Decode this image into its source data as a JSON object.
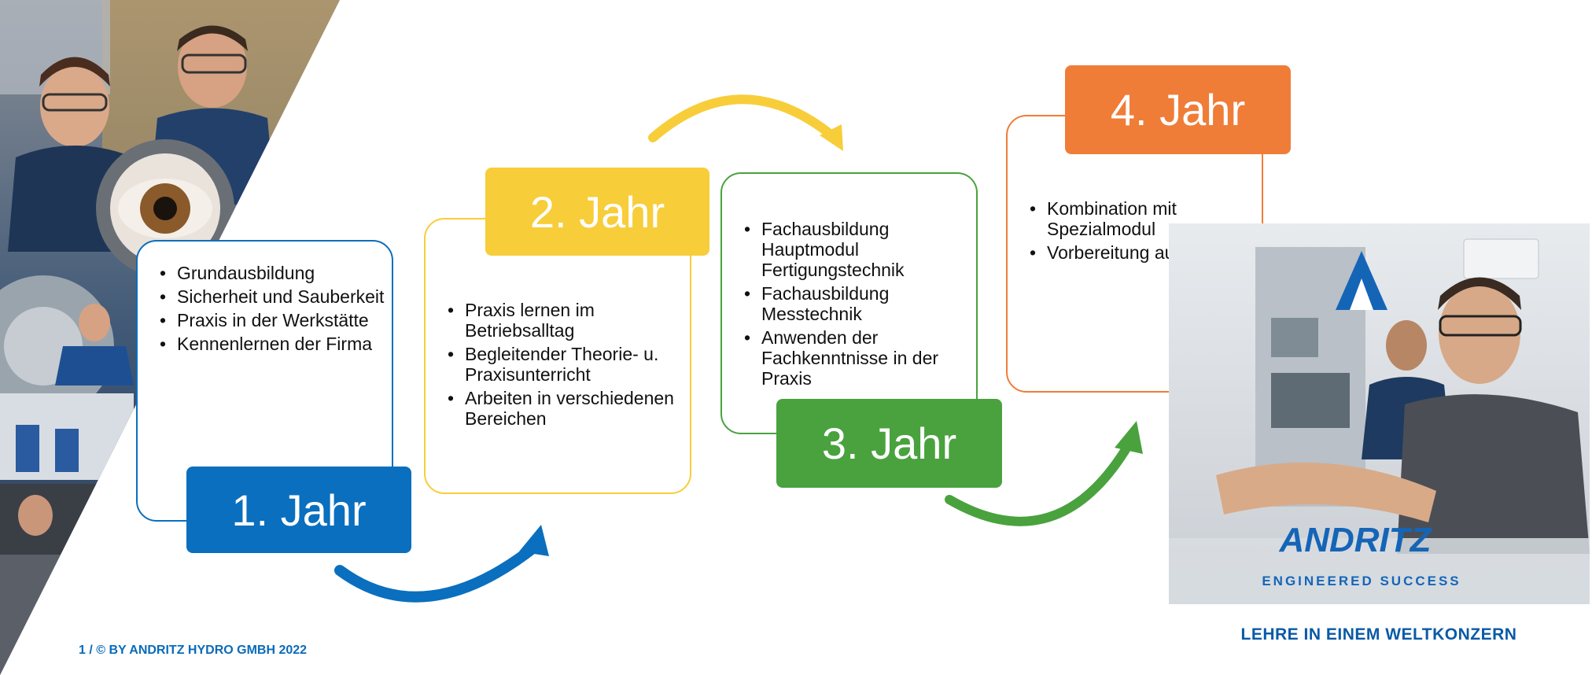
{
  "steps": [
    {
      "label": "1. Jahr",
      "color": "#0a6fbe",
      "items": [
        "Grundausbildung",
        "Sicherheit und Sauberkeit",
        "Praxis in der Werkstätte",
        "Kennenlernen der Firma"
      ]
    },
    {
      "label": "2. Jahr",
      "color": "#f8cd3a",
      "items": [
        "Praxis lernen im Betriebsalltag",
        "Begleitender Theorie- u. Praxisunterricht",
        "Arbeiten in verschiedenen Bereichen"
      ]
    },
    {
      "label": "3. Jahr",
      "color": "#49a23e",
      "items": [
        "Fachausbildung Hauptmodul Fertigungstechnik",
        "Fachausbildung Messtechnik",
        "Anwenden der Fachkenntnisse in der Praxis"
      ]
    },
    {
      "label": "4. Jahr",
      "color": "#ef7d38",
      "items": [
        "Kombination mit Spezialmodul",
        "Vorbereitung auf LAP"
      ]
    }
  ],
  "footer": "1 / © BY ANDRITZ HYDRO GMBH 2022",
  "brand": {
    "logo_text": "ANDRITZ",
    "slogan": "ENGINEERED SUCCESS",
    "tagline": "LEHRE IN EINEM WELTKONZERN",
    "color": "#0a5aa6"
  },
  "icons": [
    "arrow-curve-icon",
    "andritz-triangle-icon"
  ]
}
